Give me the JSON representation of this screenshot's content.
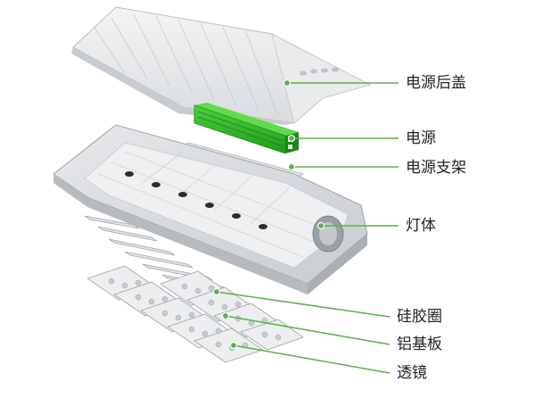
{
  "labels": {
    "cover": "电源后盖",
    "power": "电源",
    "bracket": "电源支架",
    "body": "灯体",
    "gasket": "硅胶圈",
    "alboard": "铝基板",
    "lens": "透镜"
  },
  "colors": {
    "leader": "#5bb04a",
    "power_green": "#2fb52c",
    "metal": "#dde0e3"
  }
}
